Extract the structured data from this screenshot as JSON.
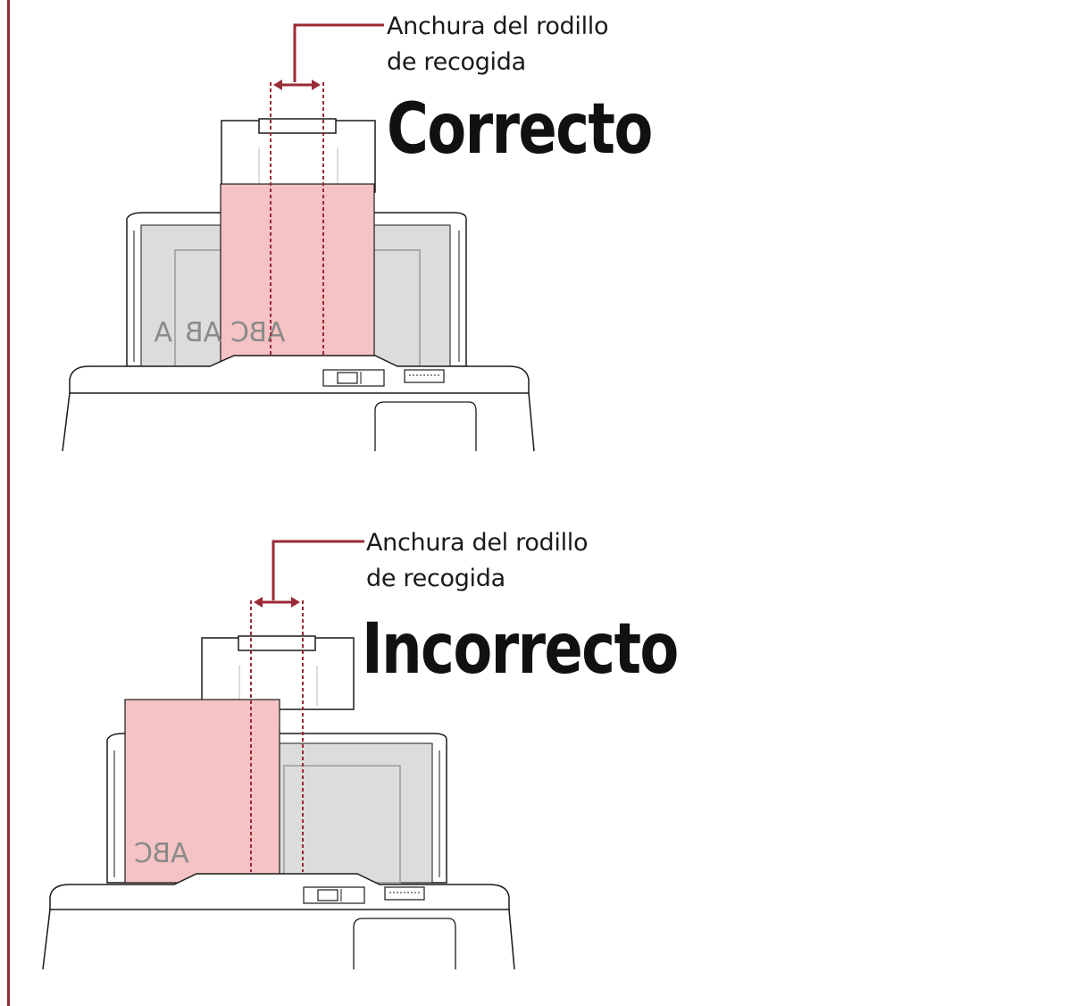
{
  "colors": {
    "rule": "#9b2a37",
    "paper": "#f6c3c4",
    "stack": "#dcdcdc",
    "outline": "#1a1a1a",
    "dash": "#9b2a37"
  },
  "correct": {
    "roller_label_line1": "Anchura del rodillo",
    "roller_label_line2": "de recogida",
    "status": "Correcto",
    "sheet_marks": [
      "A",
      "AB",
      "ABC"
    ]
  },
  "incorrect": {
    "roller_label_line1": "Anchura del rodillo",
    "roller_label_line2": "de recogida",
    "status": "Incorrecto",
    "sheet_marks": [
      "ABC"
    ]
  }
}
